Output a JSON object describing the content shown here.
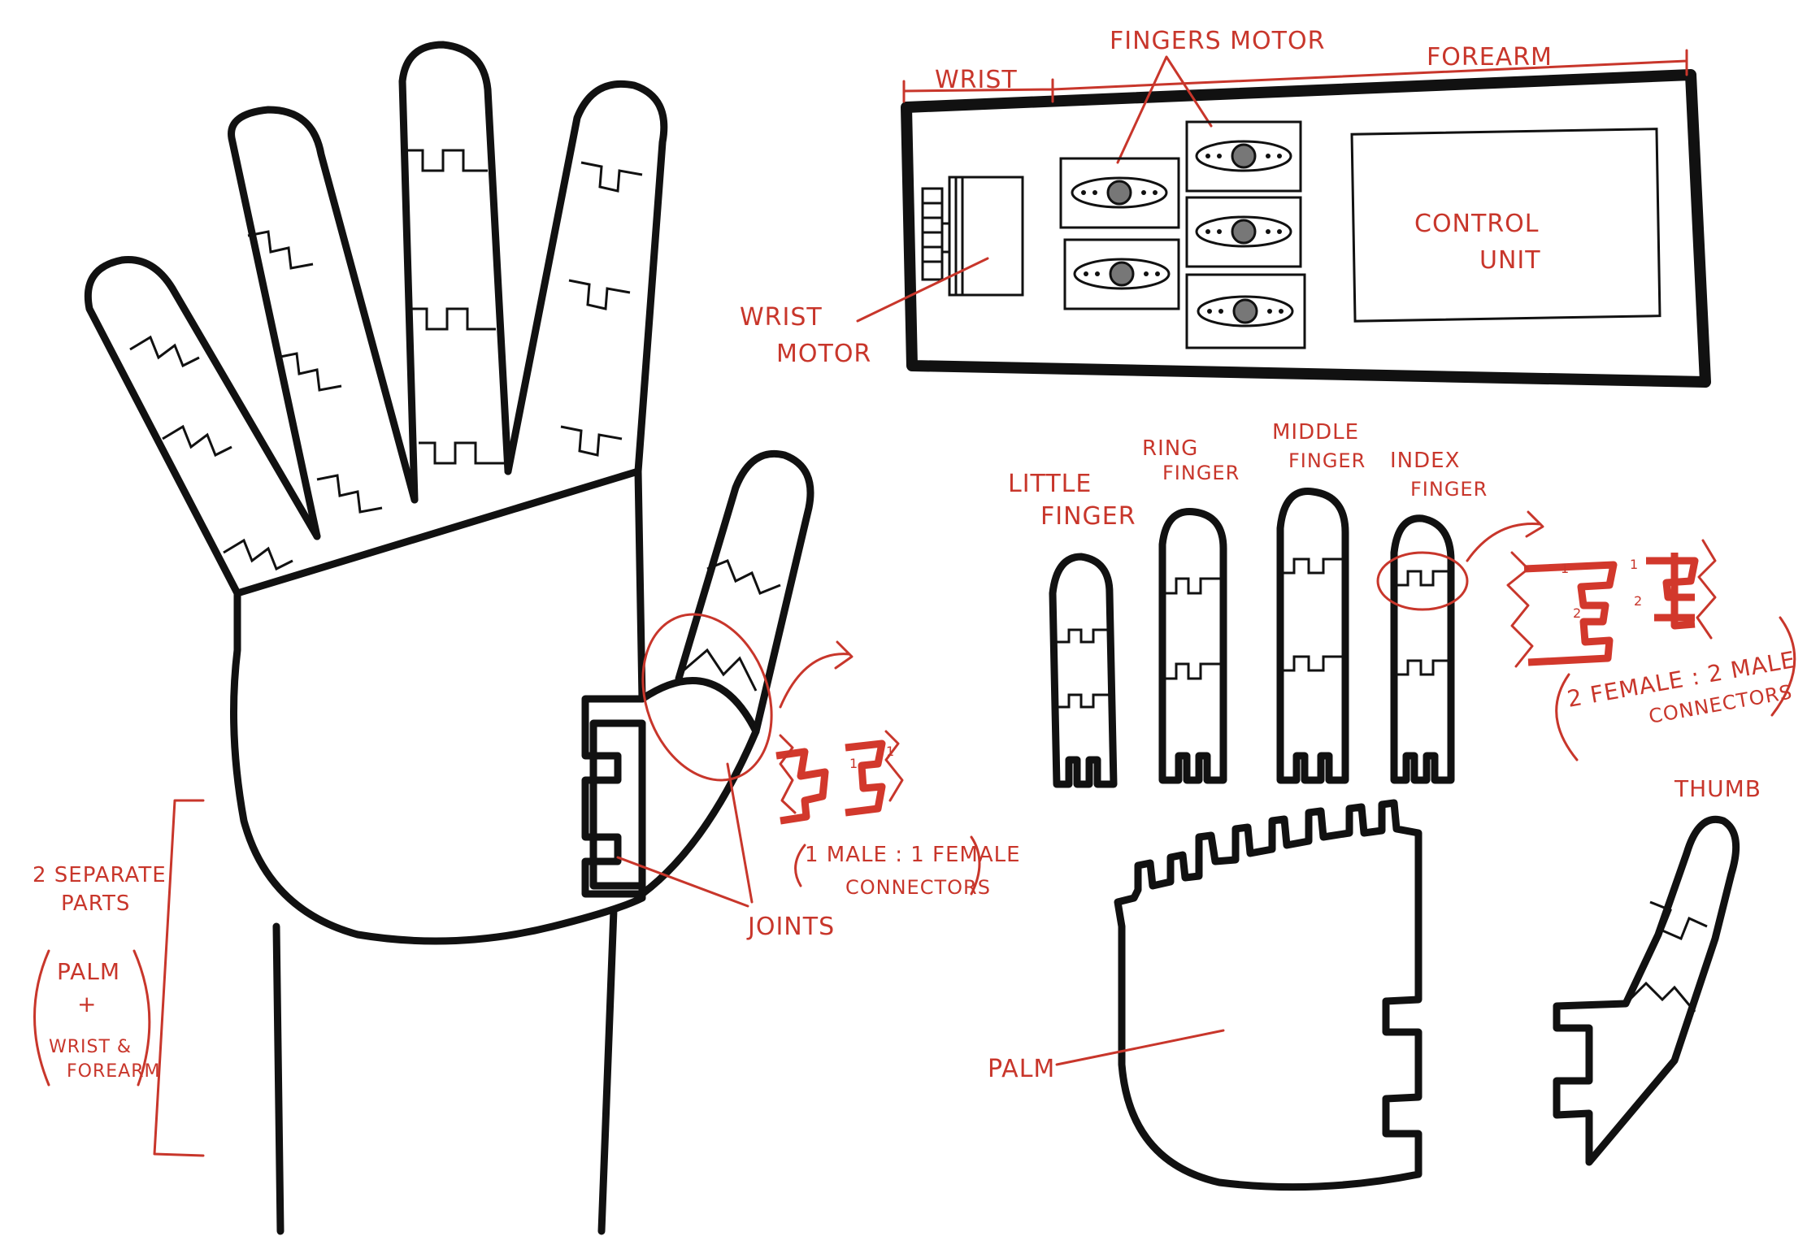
{
  "labels": {
    "wrist": "WRIST",
    "fingers_motor": "FINGERS MOTOR",
    "forearm": "FOREARM",
    "wrist_motor_line1": "WRIST",
    "wrist_motor_line2": "MOTOR",
    "control_unit_line1": "CONTROL",
    "control_unit_line2": "UNIT",
    "little_finger_line1": "LITTLE",
    "little_finger_line2": "FINGER",
    "ring_finger_line1": "RING",
    "ring_finger_line2": "FINGER",
    "middle_finger_line1": "MIDDLE",
    "middle_finger_line2": "FINGER",
    "index_finger_line1": "INDEX",
    "index_finger_line2": "FINGER",
    "thumb": "THUMB",
    "palm": "PALM",
    "joints": "JOINTS",
    "one_male_female_line1": "1 MALE : 1 FEMALE",
    "one_male_female_line2": "CONNECTORS",
    "two_female_male_line1": "2 FEMALE : 2 MALE",
    "two_female_male_line2": "CONNECTORS",
    "separate_parts_line1": "2 SEPARATE",
    "separate_parts_line2": "PARTS",
    "palm_side": "PALM",
    "plus": "+",
    "wrist_forearm_line1": "WRIST &",
    "wrist_forearm_line2": "FOREARM",
    "connector_marks": [
      "1",
      "1",
      "1",
      "1",
      "2",
      "2"
    ]
  },
  "colors": {
    "ink": "#111111",
    "annotation": "#c8362b",
    "background": "#ffffff"
  }
}
